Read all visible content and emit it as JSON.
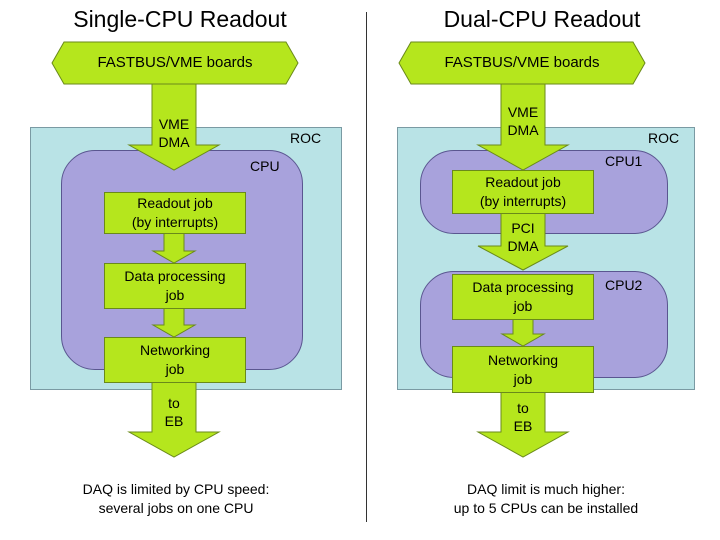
{
  "left": {
    "title": "Single-CPU Readout",
    "source_label": "FASTBUS/VME boards",
    "dma_line1": "VME",
    "dma_line2": "DMA",
    "roc_label": "ROC",
    "cpu_label": "CPU",
    "job1_line1": "Readout job",
    "job1_line2": "(by interrupts)",
    "job2_line1": "Data processing",
    "job2_line2": "job",
    "job3_line1": "Networking",
    "job3_line2": "job",
    "out_line1": "to",
    "out_line2": "EB",
    "caption_line1": "DAQ is limited by CPU speed:",
    "caption_line2": "several jobs on one CPU"
  },
  "right": {
    "title": "Dual-CPU Readout",
    "source_label": "FASTBUS/VME boards",
    "dma_line1": "VME",
    "dma_line2": "DMA",
    "roc_label": "ROC",
    "cpu1_label": "CPU1",
    "cpu2_label": "CPU2",
    "job1_line1": "Readout job",
    "job1_line2": "(by interrupts)",
    "pci_line1": "PCI",
    "pci_line2": "DMA",
    "job2_line1": "Data processing",
    "job2_line2": "job",
    "job3_line1": "Networking",
    "job3_line2": "job",
    "out_line1": "to",
    "out_line2": "EB",
    "caption_line1": "DAQ limit is much higher:",
    "caption_line2": "up to 5 CPUs can be installed"
  },
  "colors": {
    "green": "#b5e61d",
    "roc": "#b9e3e6",
    "cpu": "#a8a2dc"
  }
}
